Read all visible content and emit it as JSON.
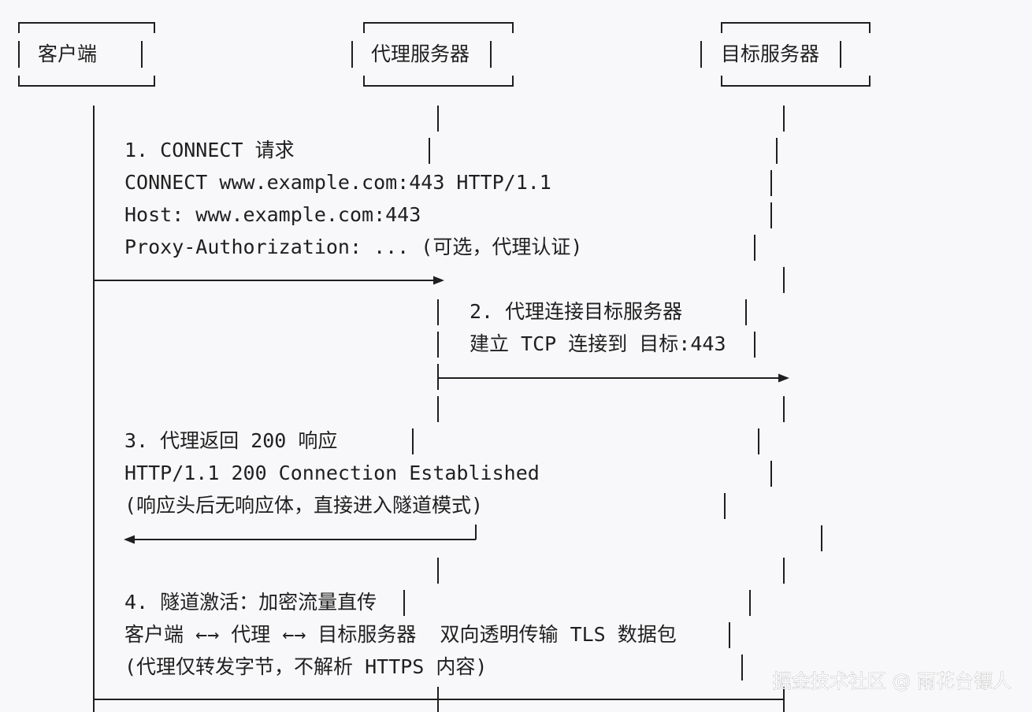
{
  "participants": {
    "client": "客户端",
    "proxy": "代理服务器",
    "target": "目标服务器"
  },
  "steps": [
    {
      "title": "1. CONNECT 请求",
      "lines": [
        "CONNECT www.example.com:443 HTTP/1.1",
        "Host: www.example.com:443",
        "Proxy-Authorization: ... (可选，代理认证)"
      ]
    },
    {
      "title": "2. 代理连接目标服务器",
      "lines": [
        "建立 TCP 连接到 目标:443"
      ]
    },
    {
      "title": "3. 代理返回 200 响应",
      "lines": [
        "HTTP/1.1 200 Connection Established",
        "(响应头后无响应体，直接进入隧道模式)"
      ]
    },
    {
      "title": "4. 隧道激活：加密流量直传",
      "lines": [
        "客户端 ←→ 代理 ←→ 目标服务器  双向透明传输 TLS 数据包",
        "(代理仅转发字节，不解析 HTTPS 内容)"
      ]
    }
  ],
  "watermark": "掘金技术社区 @ 雨花台镖人",
  "border_char": "│"
}
